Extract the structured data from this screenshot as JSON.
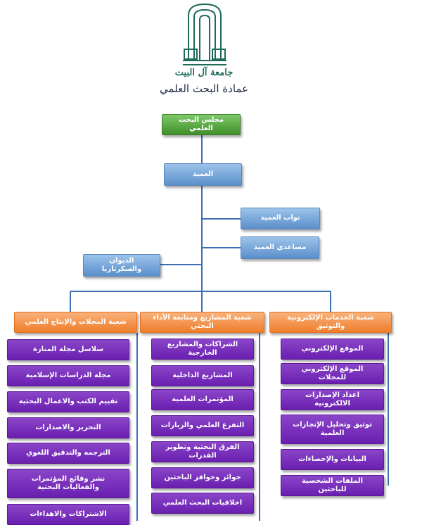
{
  "header": {
    "university_name": "جامعة آل البيت",
    "deanship_name": "عمادة البحث العلمي"
  },
  "colors": {
    "line": "#3e6fb3",
    "green": "#4a9a35",
    "blue": "#6f9fd6",
    "orange": "#f28a3a",
    "purple": "#6a1fb0"
  },
  "nodes": {
    "council": "مجلس البحث العلمي",
    "dean": "العميد",
    "vice_deans": "نواب العميد",
    "assistant_dean": "مساعدي العميد",
    "office": "الديوان والسكرتاريا"
  },
  "divisions": [
    {
      "title": "شعبة الخدمات الإلكترونية والتوثيق",
      "items": [
        "الموقع الإلكتروني",
        "الموقع الإلكتروني للمجلات",
        "اعداد الإصدارات الالكترونية",
        "توثيق وتحليل الإنجازات العلمية",
        "البيانات والإحصاءات",
        "الملفات الشخصية للباحثين"
      ]
    },
    {
      "title": "شعبة المشاريع ومتابعة الأداء البحثي",
      "items": [
        "الشراكات والمشاريع الخارجية",
        "المشاريع الداخلية",
        "المؤتمرات العلمية",
        "التفرغ العلمي والزيارات",
        "الفرق البحثية وتطوير القدرات",
        "جوائز وحوافز الباحثين",
        "اخلاقيات البحث العلمي"
      ]
    },
    {
      "title": "شعبة المجلات والإنتاج العلمي",
      "items": [
        "سلاسل مجلة المنارة",
        "مجلة الدراسات الإسلامية",
        "تقييم الكتب والاعمال البحثية",
        "التحرير والاصدارات",
        "الترجمه والتدقيق اللغوي",
        "نشر وقائع المؤتمرات والفعاليات البحثية",
        "الاشتراكات والاهداءات"
      ]
    }
  ]
}
